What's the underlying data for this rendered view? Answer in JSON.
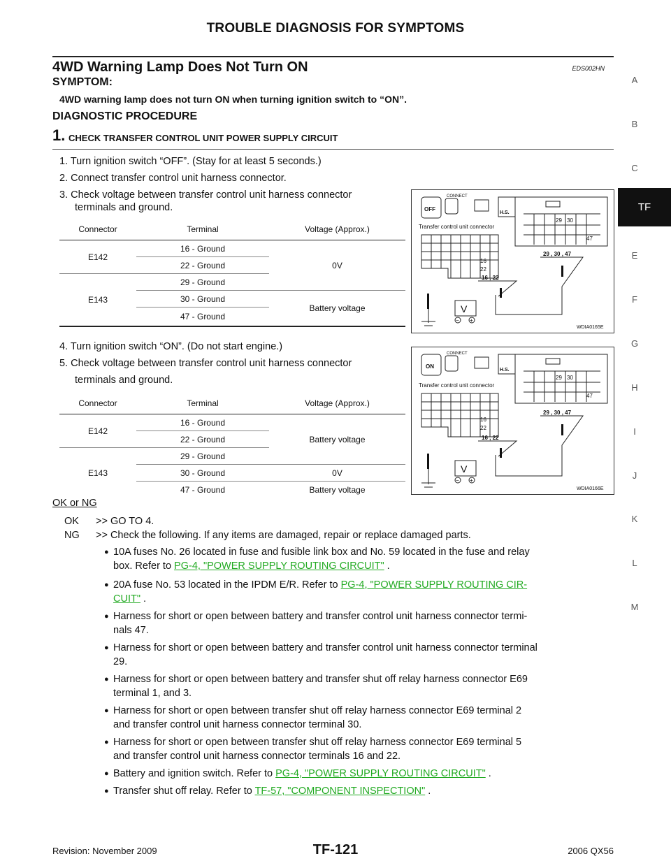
{
  "page_title": "TROUBLE DIAGNOSIS FOR SYMPTOMS",
  "section": {
    "title": "4WD Warning Lamp Does Not Turn ON",
    "code": "EDS002HN"
  },
  "symptom": {
    "heading": "SYMPTOM:",
    "text": "4WD warning lamp does not turn ON when turning ignition switch to “ON”."
  },
  "procedure_heading": "DIAGNOSTIC PROCEDURE",
  "step": {
    "number": "1.",
    "title": "CHECK TRANSFER CONTROL UNIT POWER SUPPLY CIRCUIT"
  },
  "instructions": [
    "1.  Turn ignition switch “OFF”. (Stay for at least 5 seconds.)",
    "2.  Connect transfer control unit harness connector.",
    "3.  Check voltage between transfer control unit harness connector",
    "terminals and ground.",
    "4.  Turn ignition switch “ON”. (Do not start engine.)",
    "5.  Check voltage between transfer control unit harness connector",
    "terminals and ground."
  ],
  "table_headers": {
    "connector": "Connector",
    "terminal": "Terminal",
    "voltage": "Voltage (Approx.)"
  },
  "table1": {
    "rows": [
      {
        "connector": "E142",
        "terminal": "16 - Ground",
        "voltage": "0V"
      },
      {
        "connector": "",
        "terminal": "22 - Ground",
        "voltage": ""
      },
      {
        "connector": "E143",
        "terminal": "29 - Ground",
        "voltage": ""
      },
      {
        "connector": "",
        "terminal": "30 - Ground",
        "voltage": "Battery voltage"
      },
      {
        "connector": "",
        "terminal": "47 - Ground",
        "voltage": ""
      }
    ]
  },
  "table2": {
    "rows": [
      {
        "connector": "E142",
        "terminal": "16 - Ground",
        "voltage": "Battery voltage"
      },
      {
        "connector": "",
        "terminal": "22 - Ground",
        "voltage": ""
      },
      {
        "connector": "E143",
        "terminal": "29 - Ground",
        "voltage": ""
      },
      {
        "connector": "",
        "terminal": "30 - Ground",
        "voltage": "0V"
      },
      {
        "connector": "",
        "terminal": "47 - Ground",
        "voltage": "Battery voltage"
      }
    ]
  },
  "diagram_common": {
    "connect": "CONNECT",
    "hs": "H.S.",
    "connector_label": "Transfer control unit connector",
    "pin_29": "29",
    "pin_30": "30",
    "pin_47": "47",
    "pin_16": "16",
    "pin_22": "22",
    "probe_a": "29 , 30 , 47",
    "probe_b": "16 , 22",
    "meter": "V",
    "minus": "−",
    "plus": "+"
  },
  "diagram1": {
    "switch": "OFF",
    "id": "WDIA0165E"
  },
  "diagram2": {
    "switch": "ON",
    "id": "WDIA0166E"
  },
  "ok_ng": {
    "heading": "OK or NG",
    "ok_label": "OK",
    "ok_text": ">> GO TO 4.",
    "ng_label": "NG",
    "ng_text": ">> Check the following. If any items are damaged, repair or replace damaged parts."
  },
  "bullets": {
    "b1_text": "10A fuses No. 26 located in fuse and fusible link box and No. 59 located in the fuse and relay",
    "b1_text2": "box.  Refer to ",
    "b1_link": "PG-4, \"POWER SUPPLY ROUTING CIRCUIT\"",
    "b1_tail": " .",
    "b2_text": "20A fuse No. 53 located in the IPDM E/R.  Refer to ",
    "b2_link": "PG-4, \"POWER SUPPLY ROUTING CIR-",
    "b2_link2": "CUIT\"",
    "b2_tail": " .",
    "b3_text": "Harness for short or open between battery and transfer control unit harness connector termi-",
    "b3_text2": "nals 47.",
    "b4_text": "Harness for short or open between battery and transfer control unit harness connector terminal",
    "b4_text2": "29.",
    "b5_text": "Harness for short or open between battery and transfer shut off relay harness connector E69",
    "b5_text2": "terminal 1, and 3.",
    "b6_text": "Harness for short or open between transfer shut off relay harness connector E69 terminal 2",
    "b6_text2": "and transfer control unit harness connector terminal 30.",
    "b7_text": "Harness for short or open between transfer shut off relay harness connector E69 terminal 5",
    "b7_text2": "and transfer control unit harness connector terminals 16 and 22.",
    "b8_text": "Battery and ignition switch. Refer to ",
    "b8_link": "PG-4, \"POWER SUPPLY ROUTING CIRCUIT\"",
    "b8_tail": " .",
    "b9_text": "Transfer shut off relay. Refer to ",
    "b9_link": "TF-57, \"COMPONENT INSPECTION\"",
    "b9_tail": " ."
  },
  "side_index": [
    "A",
    "B",
    "C",
    "TF",
    "E",
    "F",
    "G",
    "H",
    "I",
    "J",
    "K",
    "L",
    "M"
  ],
  "footer": {
    "revision": "Revision: November 2009",
    "page": "TF-121",
    "model": "2006 QX56"
  }
}
